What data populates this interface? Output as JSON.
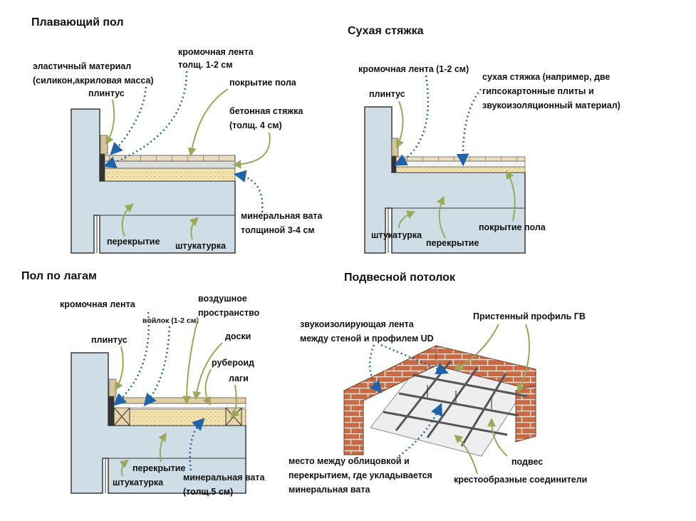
{
  "colors": {
    "concrete": "#cfdde6",
    "concrete_edge": "#3a3a3a",
    "wool": "#f3e3b0",
    "wood": "#e9dcc0",
    "brick": "#c96a45",
    "arrow_blue": "#1f64a8",
    "arrow_green": "#9aa85a"
  },
  "floating_floor": {
    "title": "Плавающий пол",
    "elastic_line1": "эластичный материал",
    "elastic_line2": "(силикон,акриловая масса)",
    "edge_tape_line1": "кромочная лента",
    "edge_tape_line2": "толщ. 1-2 см",
    "plinth": "плинтус",
    "floor_cover": "покрытие пола",
    "screed_line1": "бетонная стяжка",
    "screed_line2": "(толщ. 4 см)",
    "wool_line1": "минеральная вата",
    "wool_line2": "толщиной 3-4 см",
    "slab": "перекрытие",
    "plaster": "штукатурка"
  },
  "dry_screed": {
    "title": "Сухая стяжка",
    "edge_tape": "кромочная лента (1-2 см)",
    "plinth": "плинтус",
    "dry_line1": "сухая стяжка (например, две",
    "dry_line2": "гипсокартонные плиты и",
    "dry_line3": "звукоизоляционный материал)",
    "plaster": "штукатурка",
    "slab": "перекрытие",
    "floor_cover": "покрытие пола"
  },
  "joist_floor": {
    "title": "Пол по лагам",
    "edge_tape": "кромочная лента",
    "felt": "войлок (1-2 см)",
    "air_line1": "воздушное",
    "air_line2": "пространство",
    "plinth": "плинтус",
    "boards": "доски",
    "roofing": "рубероид",
    "joists": "лаги",
    "slab": "перекрытие",
    "plaster": "штукатурка",
    "wool_line1": "минеральная вата",
    "wool_line2": "(толщ.5 см)"
  },
  "suspended_ceiling": {
    "title": "Подвесной потолок",
    "tape_line1": "звукоизолирующая лента",
    "tape_line2": "между стеной и профилем UD",
    "wall_profile": "Пристенный профиль ГВ",
    "space_line1": "место между облицовкой и",
    "space_line2": "перекрытием, где укладывается",
    "space_line3": "минеральная вата",
    "hanger": "подвес",
    "connectors": "крестообразные соединители"
  }
}
